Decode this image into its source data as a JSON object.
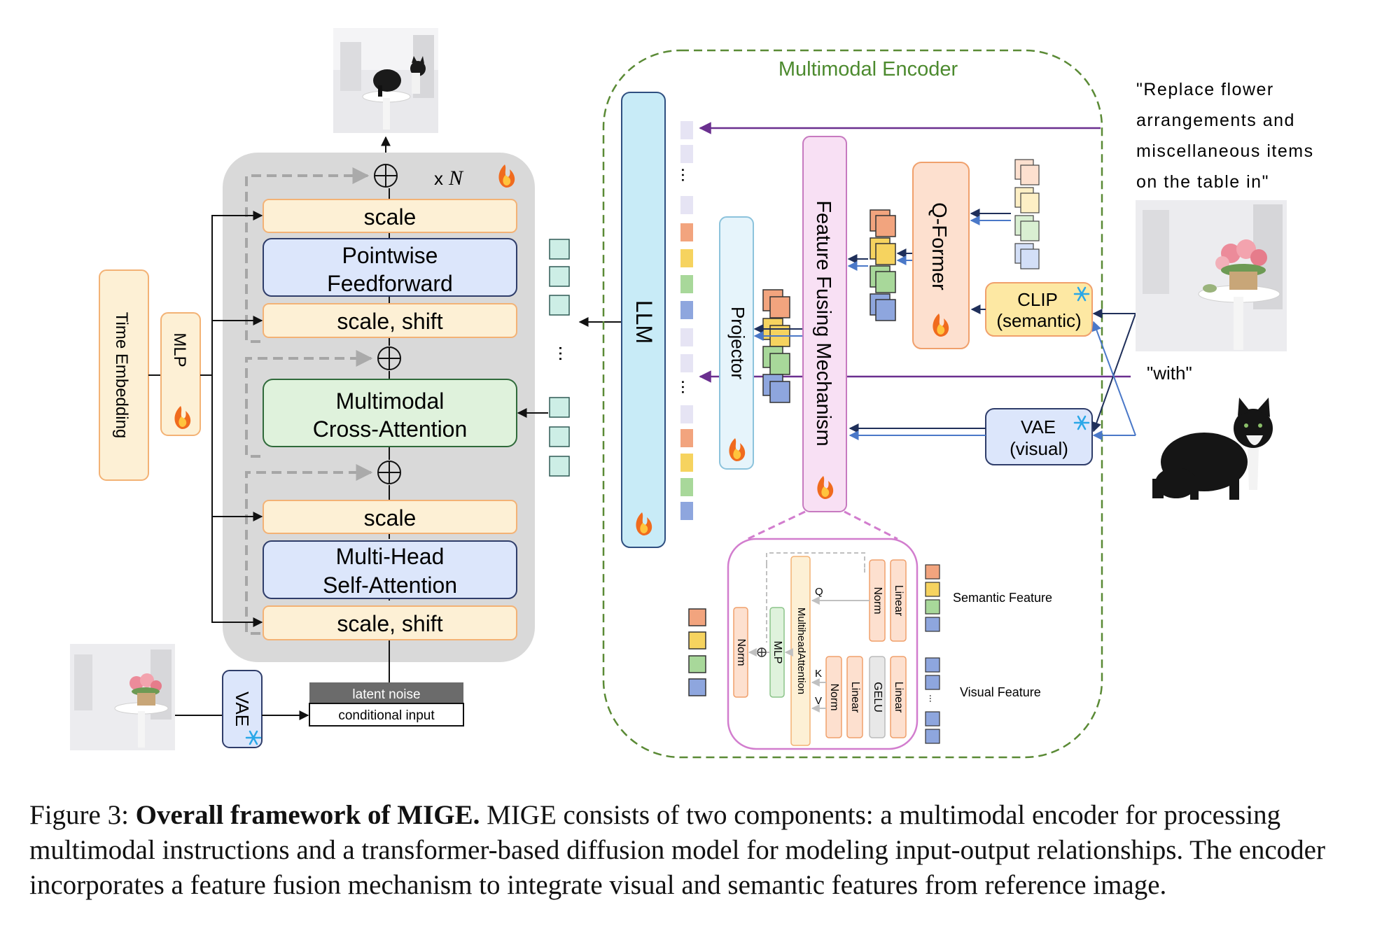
{
  "diagram": {
    "output_image": "cat on table image",
    "repeat_label_x": "x",
    "repeat_label_n": "N",
    "blocks": {
      "scale_top": "scale",
      "pointwise_1": "Pointwise",
      "pointwise_2": "Feedforward",
      "scale_shift_top": "scale, shift",
      "cross_attn_1": "Multimodal",
      "cross_attn_2": "Cross-Attention",
      "scale_bottom": "scale",
      "self_attn_1": "Multi-Head",
      "self_attn_2": "Self-Attention",
      "scale_shift_bottom": "scale, shift"
    },
    "time_embedding": "Time Embedding",
    "mlp": "MLP",
    "vae_left": "VAE",
    "latent_noise": "latent noise",
    "conditional_input": "conditional input",
    "encoder_title": "Multimodal Encoder",
    "llm": "LLM",
    "projector": "Projector",
    "feature_fusing": "Feature Fusing Mechanism",
    "q_former": "Q-Former",
    "clip_1": "CLIP",
    "clip_2": "(semantic)",
    "vae_right_1": "VAE",
    "vae_right_2": "(visual)",
    "instruction_lines": [
      "\"Replace flower",
      "arrangements and",
      "miscellaneous items",
      "on the table in\""
    ],
    "with_text": "\"with\"",
    "detail": {
      "semantic_feature": "Semantic Feature",
      "visual_feature": "Visual Feature",
      "norm": "Norm",
      "linear": "Linear",
      "gelu": "GELU",
      "mlp": "MLP",
      "multihead": "MultiheadAttention",
      "q": "Q",
      "k": "K",
      "v": "V"
    },
    "colors": {
      "orange": "#f2a47e",
      "yellow": "#f6d35f",
      "green": "#a8d89a",
      "blue": "#8ea6de",
      "teal": "#cdeee6",
      "lavender": "#e6e4f4",
      "purple_line": "#6a2f8f",
      "navy_line": "#1f2f5a",
      "encoder_border": "#5a8a35"
    }
  },
  "caption": {
    "prefix": "Figure 3: ",
    "bold": "Overall framework of MIGE.",
    "text": " MIGE consists of two components: a multimodal encoder for processing multimodal instructions and a transformer-based diffusion model for modeling input-output relationships. The encoder incorporates a feature fusion mechanism to integrate visual and semantic features from reference image."
  }
}
